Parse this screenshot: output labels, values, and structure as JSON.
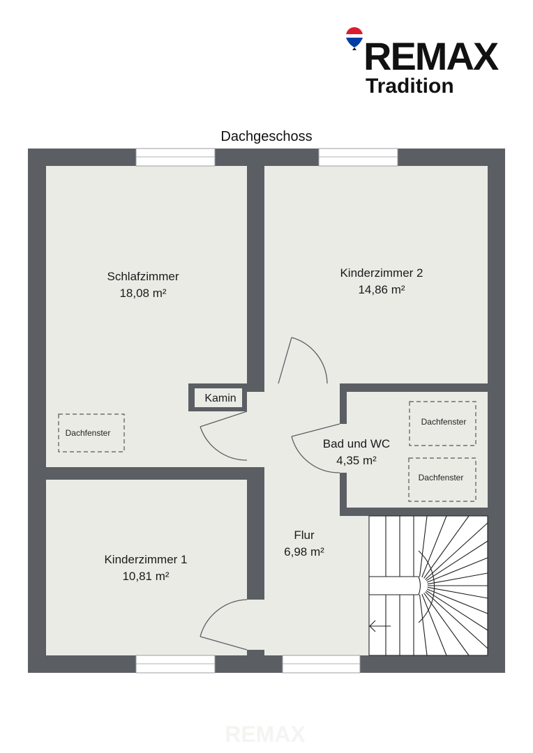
{
  "logo": {
    "brand": "RE/MAX",
    "brand_display": "REMAX",
    "subtitle": "Tradition",
    "balloon_colors": [
      "#dc1c2e",
      "#ffffff",
      "#003da5"
    ]
  },
  "watermark": {
    "text": "REMAX"
  },
  "floor": {
    "title": "Dachgeschoss"
  },
  "rooms": [
    {
      "name": "Schlafzimmer",
      "area": "18,08 m²"
    },
    {
      "name": "Kinderzimmer 2",
      "area": "14,86 m²"
    },
    {
      "name": "Bad und WC",
      "area": "4,35 m²"
    },
    {
      "name": "Flur",
      "area": "6,98 m²"
    },
    {
      "name": "Kinderzimmer 1",
      "area": "10,81 m²"
    }
  ],
  "labels": {
    "kamin": "Kamin",
    "dachfenster": [
      "Dachfenster",
      "Dachfenster",
      "Dachfenster"
    ]
  },
  "colors": {
    "wall": "#5b5e63",
    "floor": "#ebebe6",
    "background": "#ffffff"
  }
}
